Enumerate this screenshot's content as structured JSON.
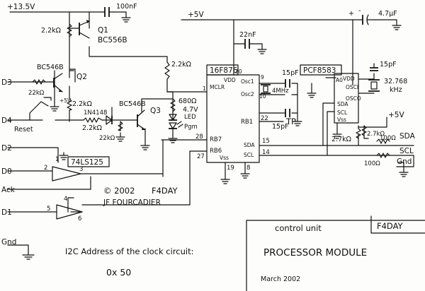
{
  "supplies": {
    "v13": "+13.5V",
    "v5_top": "+5V",
    "v5_right": "+5V",
    "v5_small": "+5V"
  },
  "caps": {
    "c_100nf": "100nF",
    "c_47uf": "4.7µF",
    "c_22nf": "22nF",
    "c_15pf_a": "15pF",
    "c_15pf_b": "15pF",
    "c_15pf_c": "15pF",
    "polarity_plus": "+",
    "polarity_minus": "-"
  },
  "resistors": {
    "r_q1": "2.2kΩ",
    "r_mclr": "2.2kΩ",
    "r_22k_a": "22kΩ",
    "r_22k_q2": "2.2kΩ",
    "r_22k_d4": "2.2kΩ",
    "r_22k_b": "22kΩ",
    "r_680": "680Ω",
    "r_27k_a": "2.7kΩ",
    "r_27k_b": "2.7kΩ",
    "r_100_a": "100Ω",
    "r_100_b": "100Ω"
  },
  "transistors": {
    "q1": "Q1",
    "q1_type": "BC556B",
    "q2": "Q2",
    "q2_type": "BC546B",
    "q3": "Q3",
    "q3_type": "BC546B"
  },
  "parts": {
    "diode": "1N4148",
    "led": "LED",
    "led_label": "Pgm",
    "zener": "4.7V",
    "xtal_pic": "4MHz",
    "xtal_rtc": "32.768",
    "xtal_rtc_unit": "kHz",
    "reset": "Reset"
  },
  "pic": {
    "name": "16F876",
    "vdd": "VDD",
    "mclr": "MCLR",
    "osc1": "Osc1",
    "osc2": "Osc2",
    "rb1": "RB1",
    "rb7": "RB7",
    "rb6": "RB6",
    "sda": "SDA",
    "scl": "SCL",
    "vss": "Vss",
    "p1": "1",
    "p9": "9",
    "p10": "10",
    "p20": "20",
    "p22": "22",
    "p28": "28",
    "p27": "27",
    "p15": "15",
    "p14": "14",
    "p19": "19",
    "p8": "8",
    "tp": "TP"
  },
  "rtc": {
    "name": "PCF8583",
    "a0": "A0",
    "vdd": "VDD",
    "osci": "OSCI",
    "osco": "OSCO",
    "sda": "SDA",
    "scl": "SCL",
    "vss": "Vss"
  },
  "buffer": {
    "name": "74LS125",
    "p1": "1",
    "p2": "2",
    "p3": "3",
    "p4": "4",
    "p5": "5",
    "p6": "6"
  },
  "ports": {
    "d3": "D3",
    "d4": "D4",
    "d2": "D2",
    "d0": "D0",
    "ack": "Ack",
    "d1": "D1",
    "gnd": "Gnd",
    "sda": "SDA",
    "scl": "SCL",
    "gnd_right": "Gnd"
  },
  "credits": {
    "copyright": "© 2002",
    "callsign": "F4DAY",
    "author": "JF FOURCADIER"
  },
  "note": {
    "line1": "I2C Address of the clock circuit:",
    "line2": "0x 50"
  },
  "titleblock": {
    "subtitle": "control unit",
    "callsign": "F4DAY",
    "title": "PROCESSOR  MODULE",
    "date": "March 2002"
  }
}
